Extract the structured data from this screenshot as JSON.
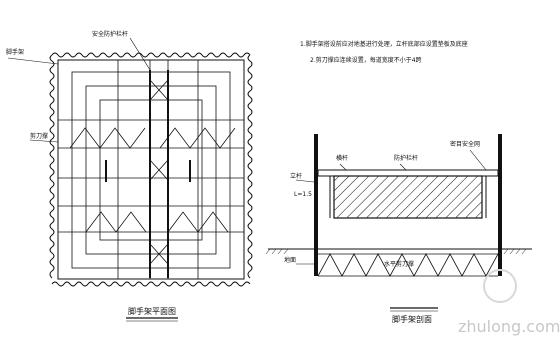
{
  "plan": {
    "title": "脚手架平面图",
    "labels": {
      "top": "安全防护栏杆",
      "left_top": "脚手架",
      "left_mid": "剪刀撑"
    }
  },
  "section": {
    "title": "脚手架剖面",
    "notes": [
      "1.脚手架搭设前应对地基进行处理，立杆底部应设置垫板及底座",
      "2.剪刀撑应连续设置，每道宽度不小于4跨"
    ],
    "labels": {
      "beam_left": "横杆",
      "beam_mid": "防护栏杆",
      "beam_right": "密目安全网",
      "side_top": "立杆",
      "side_mid": "L=1.5",
      "ground": "地面",
      "bottom_truss": "水平剪刀撑"
    }
  },
  "watermark": "zhulong.com"
}
